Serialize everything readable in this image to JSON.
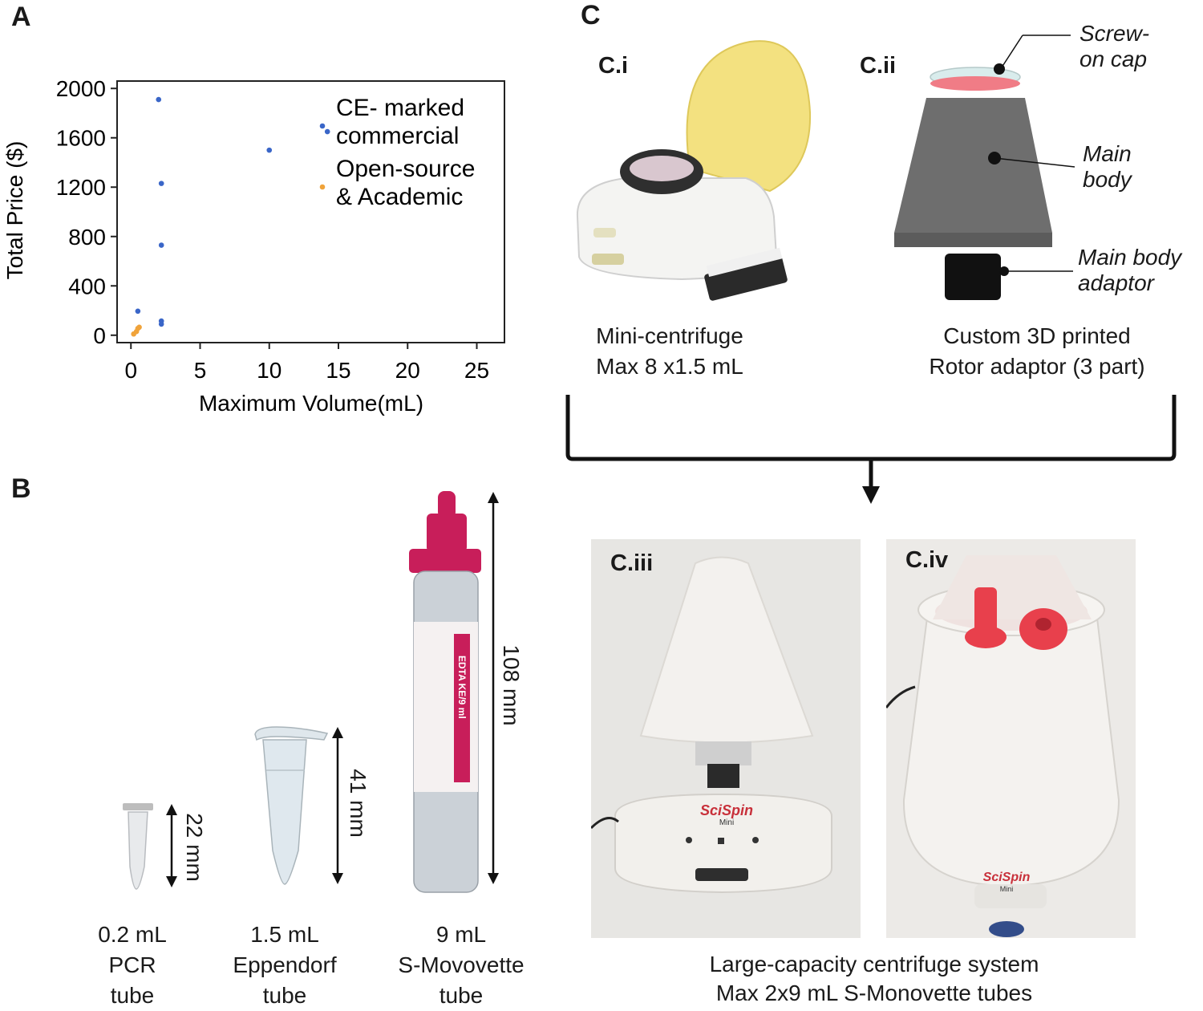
{
  "panel_labels": {
    "a": "A",
    "b": "B",
    "c": "C"
  },
  "chart_data": {
    "type": "scatter",
    "xlabel": "Maximum Volume(mL)",
    "ylabel": "Total Price ($)",
    "xlim": [
      -1,
      27
    ],
    "ylim": [
      -60,
      2060
    ],
    "xticks": [
      0,
      5,
      10,
      15,
      20,
      25
    ],
    "yticks": [
      0,
      400,
      800,
      1200,
      1600,
      2000
    ],
    "grid": false,
    "legend_position": "top-right",
    "series": [
      {
        "name": "CE- marked commercial",
        "legend_lines": [
          "CE- marked",
          "commercial"
        ],
        "color": "#3a66c8",
        "points": [
          [
            0.5,
            195
          ],
          [
            2,
            1910
          ],
          [
            2.2,
            1230
          ],
          [
            2.2,
            730
          ],
          [
            2.2,
            115
          ],
          [
            2.2,
            90
          ],
          [
            10,
            1500
          ],
          [
            14.2,
            1650
          ]
        ]
      },
      {
        "name": "Open-source & Academic",
        "legend_lines": [
          "Open-source",
          "& Academic"
        ],
        "color": "#f0a33a",
        "points": [
          [
            0.2,
            10
          ],
          [
            0.4,
            30
          ],
          [
            0.5,
            55
          ],
          [
            0.6,
            65
          ]
        ]
      }
    ]
  },
  "panel_b": {
    "tubes": [
      {
        "dimension": "22 mm",
        "caption": [
          "0.2 mL",
          "PCR",
          "tube"
        ]
      },
      {
        "dimension": "41 mm",
        "caption": [
          "1.5 mL",
          "Eppendorf",
          "tube"
        ]
      },
      {
        "dimension": "108 mm",
        "caption": [
          "9 mL",
          "S-Movovette",
          "tube"
        ]
      }
    ],
    "tube_label_text": "EDTA KE/9 ml"
  },
  "panel_c": {
    "sub_labels": {
      "i": "C.i",
      "ii": "C.ii",
      "iii": "C.iii",
      "iv": "C.iv"
    },
    "ci_caption": [
      "Mini-centrifuge",
      "Max 8 x1.5 mL"
    ],
    "cii_caption": [
      "Custom 3D printed",
      "Rotor adaptor (3 part)"
    ],
    "parts": {
      "cap": [
        "Screw-",
        "on cap"
      ],
      "body": [
        "Main",
        "body"
      ],
      "adaptor": [
        "Main body",
        "adaptor"
      ]
    },
    "brand": "SciSpin",
    "brand_sub": "Mini",
    "bottom_caption": [
      "Large-capacity centrifuge system",
      "Max 2x9 mL S-Monovette tubes"
    ]
  },
  "colors": {
    "axis": "#222222",
    "tube_cap": "#c81e5a",
    "lid_yellow": "#f2dc6a",
    "body_gray": "#6e6e6e",
    "pink": "#e8707a",
    "red_cap": "#e8404c"
  }
}
